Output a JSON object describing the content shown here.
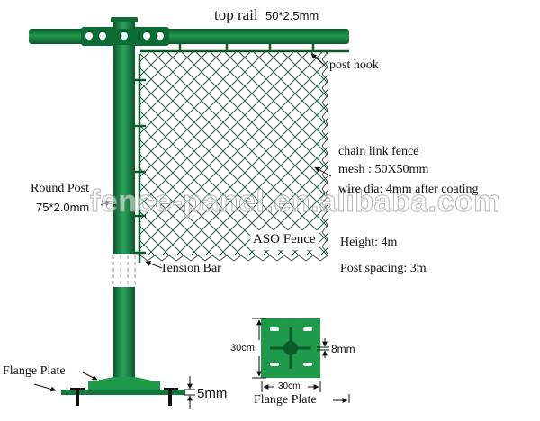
{
  "labels": {
    "top_rail": "top rail",
    "top_rail_size": "50*2.5mm",
    "post_hook": "post hook",
    "chain_link_fence": "chain link fence",
    "mesh": "mesh : 50X50mm",
    "wire_dia": "wire dia: 4mm after coating",
    "round_post": "Round Post",
    "round_post_size": "75*2.0mm",
    "aso_fence": "ASO Fence",
    "height": "Height: 4m",
    "post_spacing": "Post spacing: 3m",
    "tension_bar": "Tension Bar",
    "flange_plate_left": "Flange Plate",
    "plate_thickness": "5mm",
    "plate_height": "30cm",
    "plate_width": "30cm",
    "slot_width": "8mm",
    "flange_plate_detail": "Flange Plate"
  },
  "watermark": "fence-panel.en.alibaba.com",
  "colors": {
    "green": "#0f7a3c",
    "green_dark": "#0a5a2c",
    "green_light": "#2aa35a",
    "mesh": "#2f5e45",
    "plate": "#1e9a4a"
  }
}
